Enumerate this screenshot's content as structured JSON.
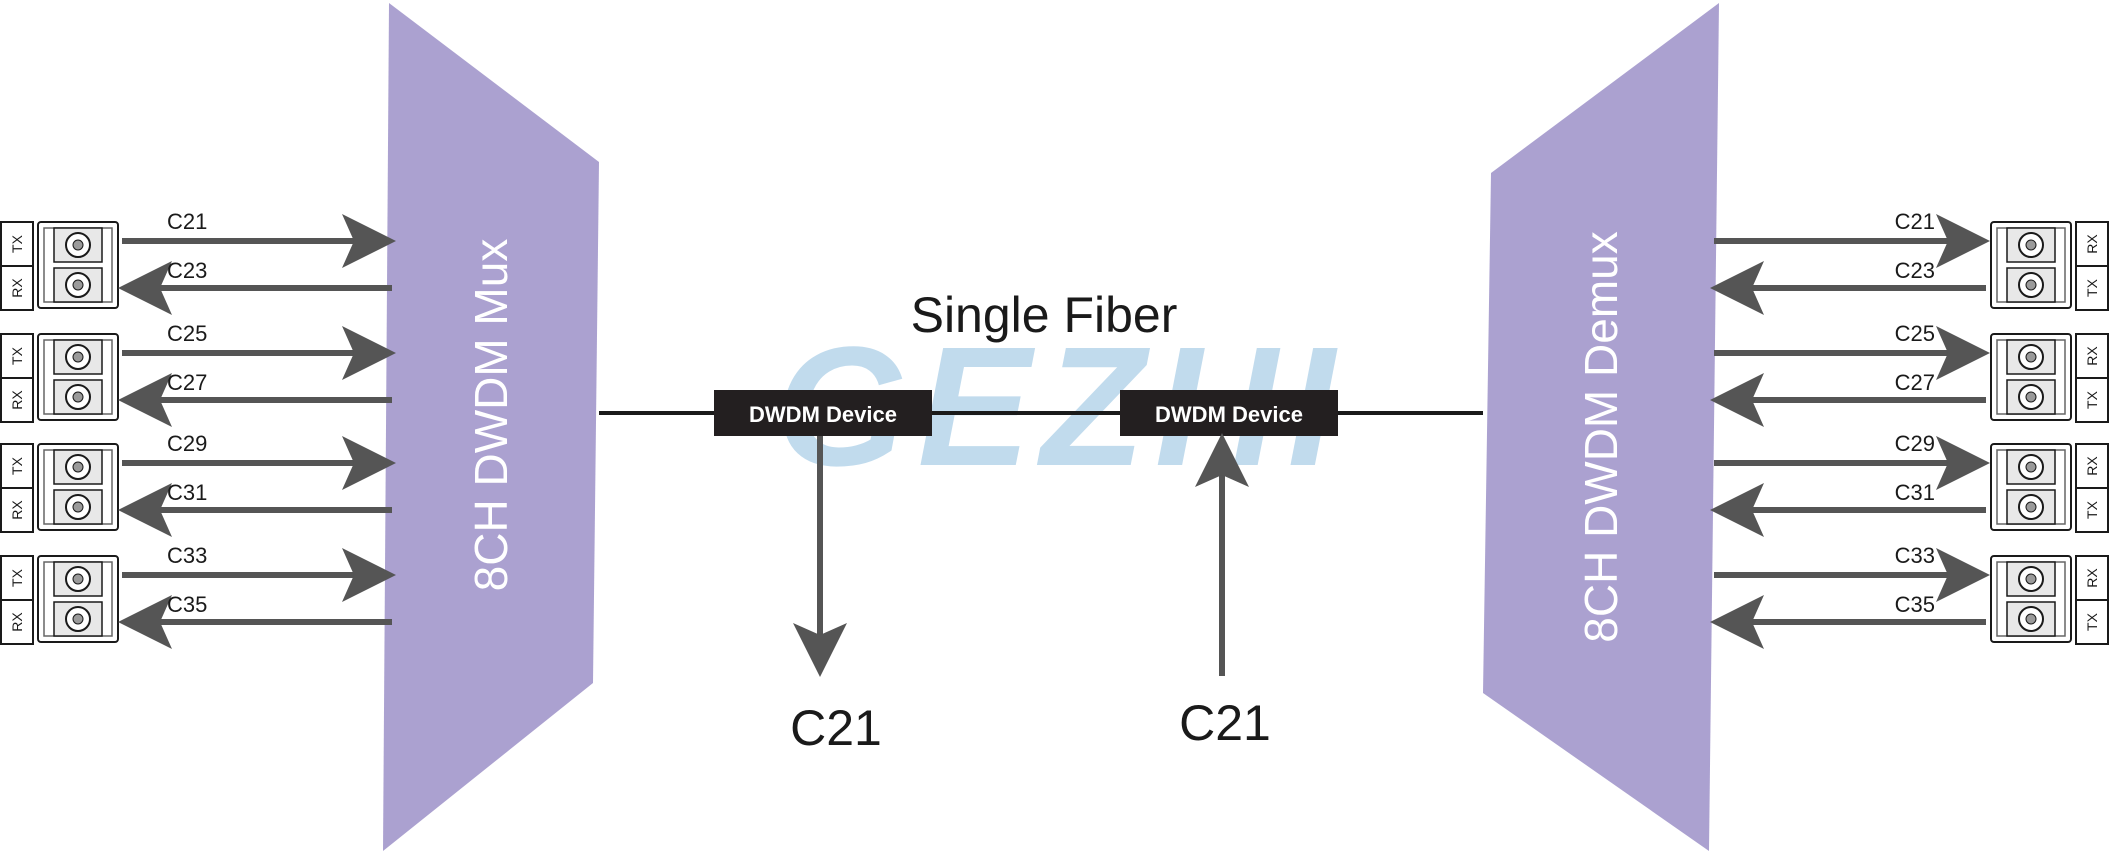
{
  "title": "Single Fiber",
  "mux_label": "8CH DWDM Mux",
  "demux_label": "8CH DWDM Demux",
  "devices": [
    "DWDM Device",
    "DWDM Device"
  ],
  "drop_label": "C21",
  "add_label": "C21",
  "watermark": "GEZHI",
  "port_labels": {
    "tx": "TX",
    "rx": "RX"
  },
  "channels": {
    "out": [
      "C21",
      "C25",
      "C29",
      "C33"
    ],
    "in": [
      "C23",
      "C27",
      "C31",
      "C35"
    ]
  },
  "colors": {
    "block": "#a69ccd",
    "device": "#231f20",
    "arrow": "#555555",
    "line": "#1a1a1a",
    "watermark": "#8fbfe0"
  }
}
